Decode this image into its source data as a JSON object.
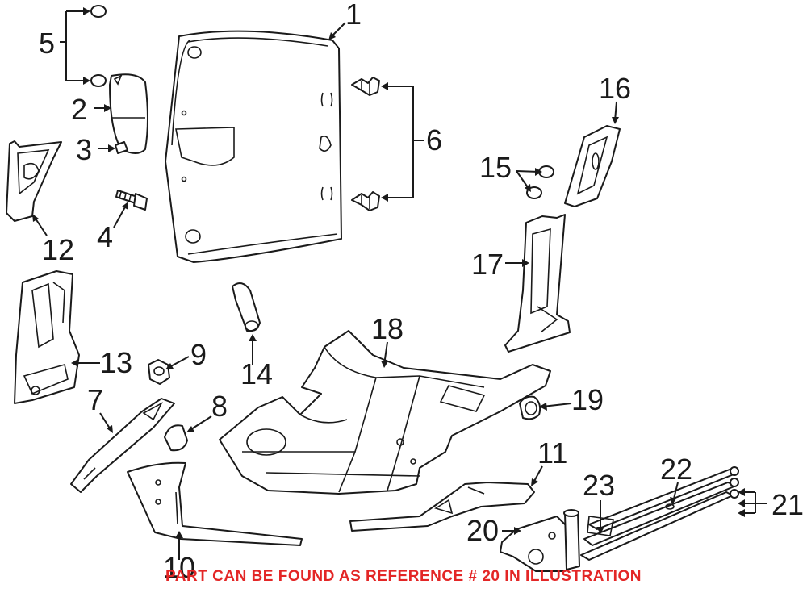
{
  "diagram": {
    "refs": [
      {
        "id": "1",
        "label": "1"
      },
      {
        "id": "2",
        "label": "2"
      },
      {
        "id": "3",
        "label": "3"
      },
      {
        "id": "4",
        "label": "4"
      },
      {
        "id": "5",
        "label": "5"
      },
      {
        "id": "6",
        "label": "6"
      },
      {
        "id": "7",
        "label": "7"
      },
      {
        "id": "8",
        "label": "8"
      },
      {
        "id": "9",
        "label": "9"
      },
      {
        "id": "10",
        "label": "10"
      },
      {
        "id": "11",
        "label": "11"
      },
      {
        "id": "12",
        "label": "12"
      },
      {
        "id": "13",
        "label": "13"
      },
      {
        "id": "14",
        "label": "14"
      },
      {
        "id": "15",
        "label": "15"
      },
      {
        "id": "16",
        "label": "16"
      },
      {
        "id": "17",
        "label": "17"
      },
      {
        "id": "18",
        "label": "18"
      },
      {
        "id": "19",
        "label": "19"
      },
      {
        "id": "20",
        "label": "20"
      },
      {
        "id": "21",
        "label": "21"
      },
      {
        "id": "22",
        "label": "22"
      },
      {
        "id": "23",
        "label": "23"
      }
    ],
    "note": "PART CAN BE FOUND AS REFERENCE # 20 IN ILLUSTRATION",
    "note_color": "#e32626"
  }
}
